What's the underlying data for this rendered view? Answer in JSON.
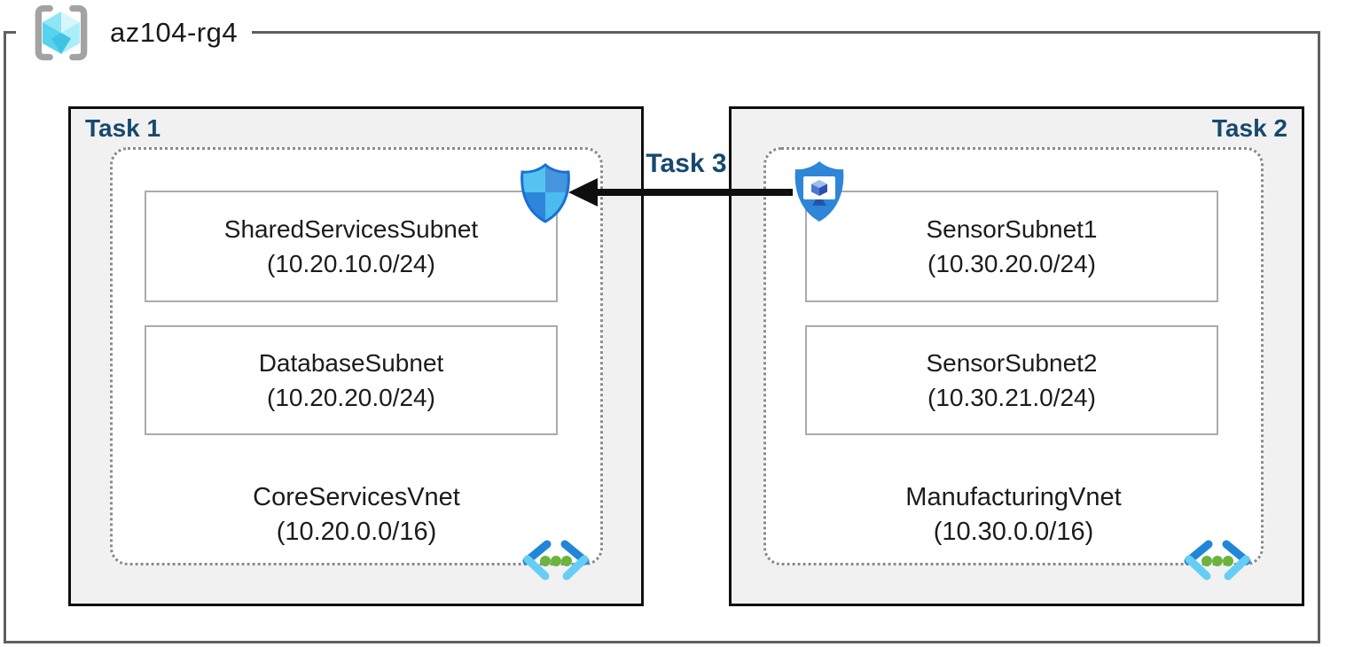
{
  "resource_group": {
    "name": "az104-rg4"
  },
  "task_boxes": {
    "task1_label": "Task 1",
    "task2_label": "Task 2",
    "task3_label": "Task 3"
  },
  "vnets": [
    {
      "name": "CoreServicesVnet",
      "cidr": "(10.20.0.0/16)",
      "task": "Task 1",
      "subnets": [
        {
          "name": "SharedServicesSubnet",
          "cidr": "(10.20.10.0/24)"
        },
        {
          "name": "DatabaseSubnet",
          "cidr": "(10.20.20.0/24)"
        }
      ]
    },
    {
      "name": "ManufacturingVnet",
      "cidr": "(10.30.0.0/16)",
      "task": "Task 2",
      "subnets": [
        {
          "name": "SensorSubnet1",
          "cidr": "(10.30.20.0/24)"
        },
        {
          "name": "SensorSubnet2",
          "cidr": "(10.30.21.0/24)"
        }
      ]
    }
  ],
  "relationships": {
    "task3_arrow": "from bastion icon in ManufacturingVnet to network security group shield in CoreServicesVnet"
  },
  "icons": {
    "resource_group": "resource-group-cube-in-brackets-icon",
    "nsg": "network-security-group-shield-icon",
    "bastion": "bastion-shield-monitor-icon",
    "vnet": "virtual-network-chevrons-icon"
  },
  "colors": {
    "outer_border": "#5f5f5f",
    "task_border": "#0f0f0f",
    "task_bg": "#f1f1f1",
    "task_label": "#17496e",
    "dashed_border": "#8a8a8a",
    "subnet_border": "#ababab",
    "arrow": "#0f0f0f",
    "vnet_icon_blue": "#2186d7",
    "vnet_icon_cyan": "#66cef5",
    "vnet_icon_green": "#6cb43e",
    "shield_blue": "#2e86d8"
  }
}
